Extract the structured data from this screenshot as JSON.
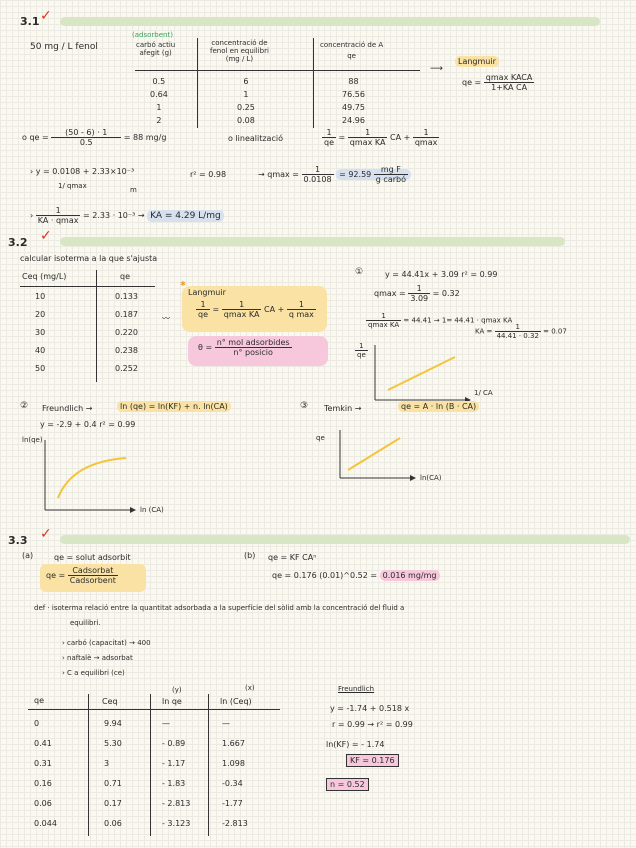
{
  "s31": {
    "num": "3.1",
    "phenol": "50 mg / L  fenol",
    "adsorbent": "(adsorbent)",
    "h1a": "carbó actiu",
    "h1b": "afegit (g)",
    "h2a": "concentració de",
    "h2b": "fenol en equilibri",
    "h2c": "(mg / L)",
    "h3a": "concentració de A",
    "h3b": "qe",
    "col1": [
      "0.5",
      "0.64",
      "1",
      "2"
    ],
    "col2": [
      "6",
      "1",
      "0.25",
      "0.08"
    ],
    "col3": [
      "88",
      "76.56",
      "49.75",
      "24.96"
    ],
    "langmuir": "Langmuir",
    "lang_lhs": "qe =",
    "lang_num": "qmax KACA",
    "lang_den": "1+KA CA",
    "qe_lhs": "o  qe =",
    "qe_num": "(50 - 6) · 1",
    "qe_den": "0.5",
    "qe_res": "= 88 mg/g",
    "lin_label": "o  linealització",
    "lin_a_num": "1",
    "lin_a_den": "qe",
    "lin_eq": "=",
    "lin_b_num": "1",
    "lin_b_den": "qmax KA",
    "lin_ca": "CA +",
    "lin_c_num": "1",
    "lin_c_den": "qmax",
    "reg": "› y = 0.0108 + 2.33×10⁻³",
    "reg_1": "1/ qmax",
    "reg_m": "m",
    "r2": "r² = 0.98",
    "qmax_lhs": "→ qmax =",
    "qmax_num": "1",
    "qmax_den": "0.0108",
    "qmax_res": "= 92.59",
    "qmax_unit_n": "mg F",
    "qmax_unit_d": "g carbó",
    "ka_arrow": "›",
    "ka_num": "1",
    "ka_den": "KA · qmax",
    "ka_mid": "= 2.33 · 10⁻³  →",
    "ka_res": "KA = 4.29 L/mg"
  },
  "s32": {
    "num": "3.2",
    "intro": "calcular isoterma a la que s'ajusta",
    "h1": "Ceq (mg/L)",
    "h2": "qe",
    "col1": [
      "10",
      "20",
      "30",
      "40",
      "50"
    ],
    "col2": [
      "0.133",
      "0.187",
      "0.220",
      "0.238",
      "0.252"
    ],
    "lang_title": "Langmuir",
    "lang_a_num": "1",
    "lang_a_den": "qe",
    "lang_b_num": "1",
    "lang_b_den": "qmax KA",
    "lang_ca": "CA +",
    "lang_c_num": "1",
    "lang_c_den": "q max",
    "theta_lhs": "θ =",
    "theta_num": "n° mol adsorbides",
    "theta_den": "n° posicio",
    "c1": "①",
    "c1_eq": "y = 44.41x + 3.09   r² = 0.99",
    "c1_qmax_lhs": "qmax =",
    "c1_qmax_num": "1",
    "c1_qmax_den": "3.09",
    "c1_qmax_res": "= 0.32",
    "c1_line3_lhs_num": "1",
    "c1_line3_lhs_den": "qmax KA",
    "c1_line3": "= 44.41 →  1= 44.41 · qmax KA",
    "c1_ka_lhs": "KA =",
    "c1_ka_num": "1",
    "c1_ka_den": "44.41 · 0.32",
    "c1_ka_res": "= 0.07",
    "c1_yaxis_num": "1",
    "c1_yaxis_den": "qe",
    "c1_xaxis": "1/ CA",
    "c2": "②",
    "c2_label": "Freundlich →",
    "c2_eq": "ln (qe) = ln(KF) + n. ln(CA)",
    "c2_reg": "y = -2.9 + 0.4   r² = 0.99",
    "c2_yaxis": "ln(qe)",
    "c2_xaxis": "ln (CA)",
    "c3": "③",
    "c3_label": "Temkin →",
    "c3_eq": "qe = A · ln (B · CA)",
    "c3_yaxis": "qe",
    "c3_xaxis": "ln(CA)"
  },
  "s33": {
    "num": "3.3",
    "a_label": "(a)",
    "a_line": "qe = solut adsorbit",
    "a_lhs": "qe =",
    "a_num": "Cadsorbat",
    "a_den": "Cadsorbent",
    "b_label": "(b)",
    "b_line": "qe = KF CAⁿ",
    "b_calc": "qe = 0.176 (0.01)^0.52 =",
    "b_res": "0.016 mg/mg",
    "def1": "def · isoterma  relació entre la quantitat adsorbada a la superfície del sòlid amb la concentració del fluid a",
    "def2": "equilibri.",
    "list": [
      "› carbó (capacitat) → 400",
      "› naftalè → adsorbat",
      "› C a equilibri (ce)"
    ],
    "yx": "(y)",
    "xx": "(x)",
    "h1": "qe",
    "h2": "Ceq",
    "h3": "ln qe",
    "h4": "ln (Ceq)",
    "col1": [
      "0",
      "0.41",
      "0.31",
      "0.16",
      "0.06",
      "0.044"
    ],
    "col2": [
      "9.94",
      "5.30",
      "3",
      "0.71",
      "0.17",
      "0.06"
    ],
    "col3": [
      "—",
      "- 0.89",
      "- 1.17",
      "- 1.83",
      "- 2.813",
      "- 3.123"
    ],
    "col4": [
      "—",
      "1.667",
      "1.098",
      "-0.34",
      "-1.77",
      "-2.813"
    ],
    "fr_title": "Freundlich",
    "fr1": "y = -1.74 + 0.518 x",
    "fr2": "r = 0.99 → r² = 0.99",
    "fr3": "ln(KF) = - 1.74",
    "fr4": "KF = 0.176",
    "fr5": "n = 0.52"
  },
  "colors": {
    "bar": "#d9e6c6",
    "check": "#e0321b",
    "yellow": "#f9e2a4",
    "pink": "#f7c8dc",
    "blue": "#d6e0ee",
    "green": "#3aa35b",
    "curve": "#f3c43c"
  }
}
